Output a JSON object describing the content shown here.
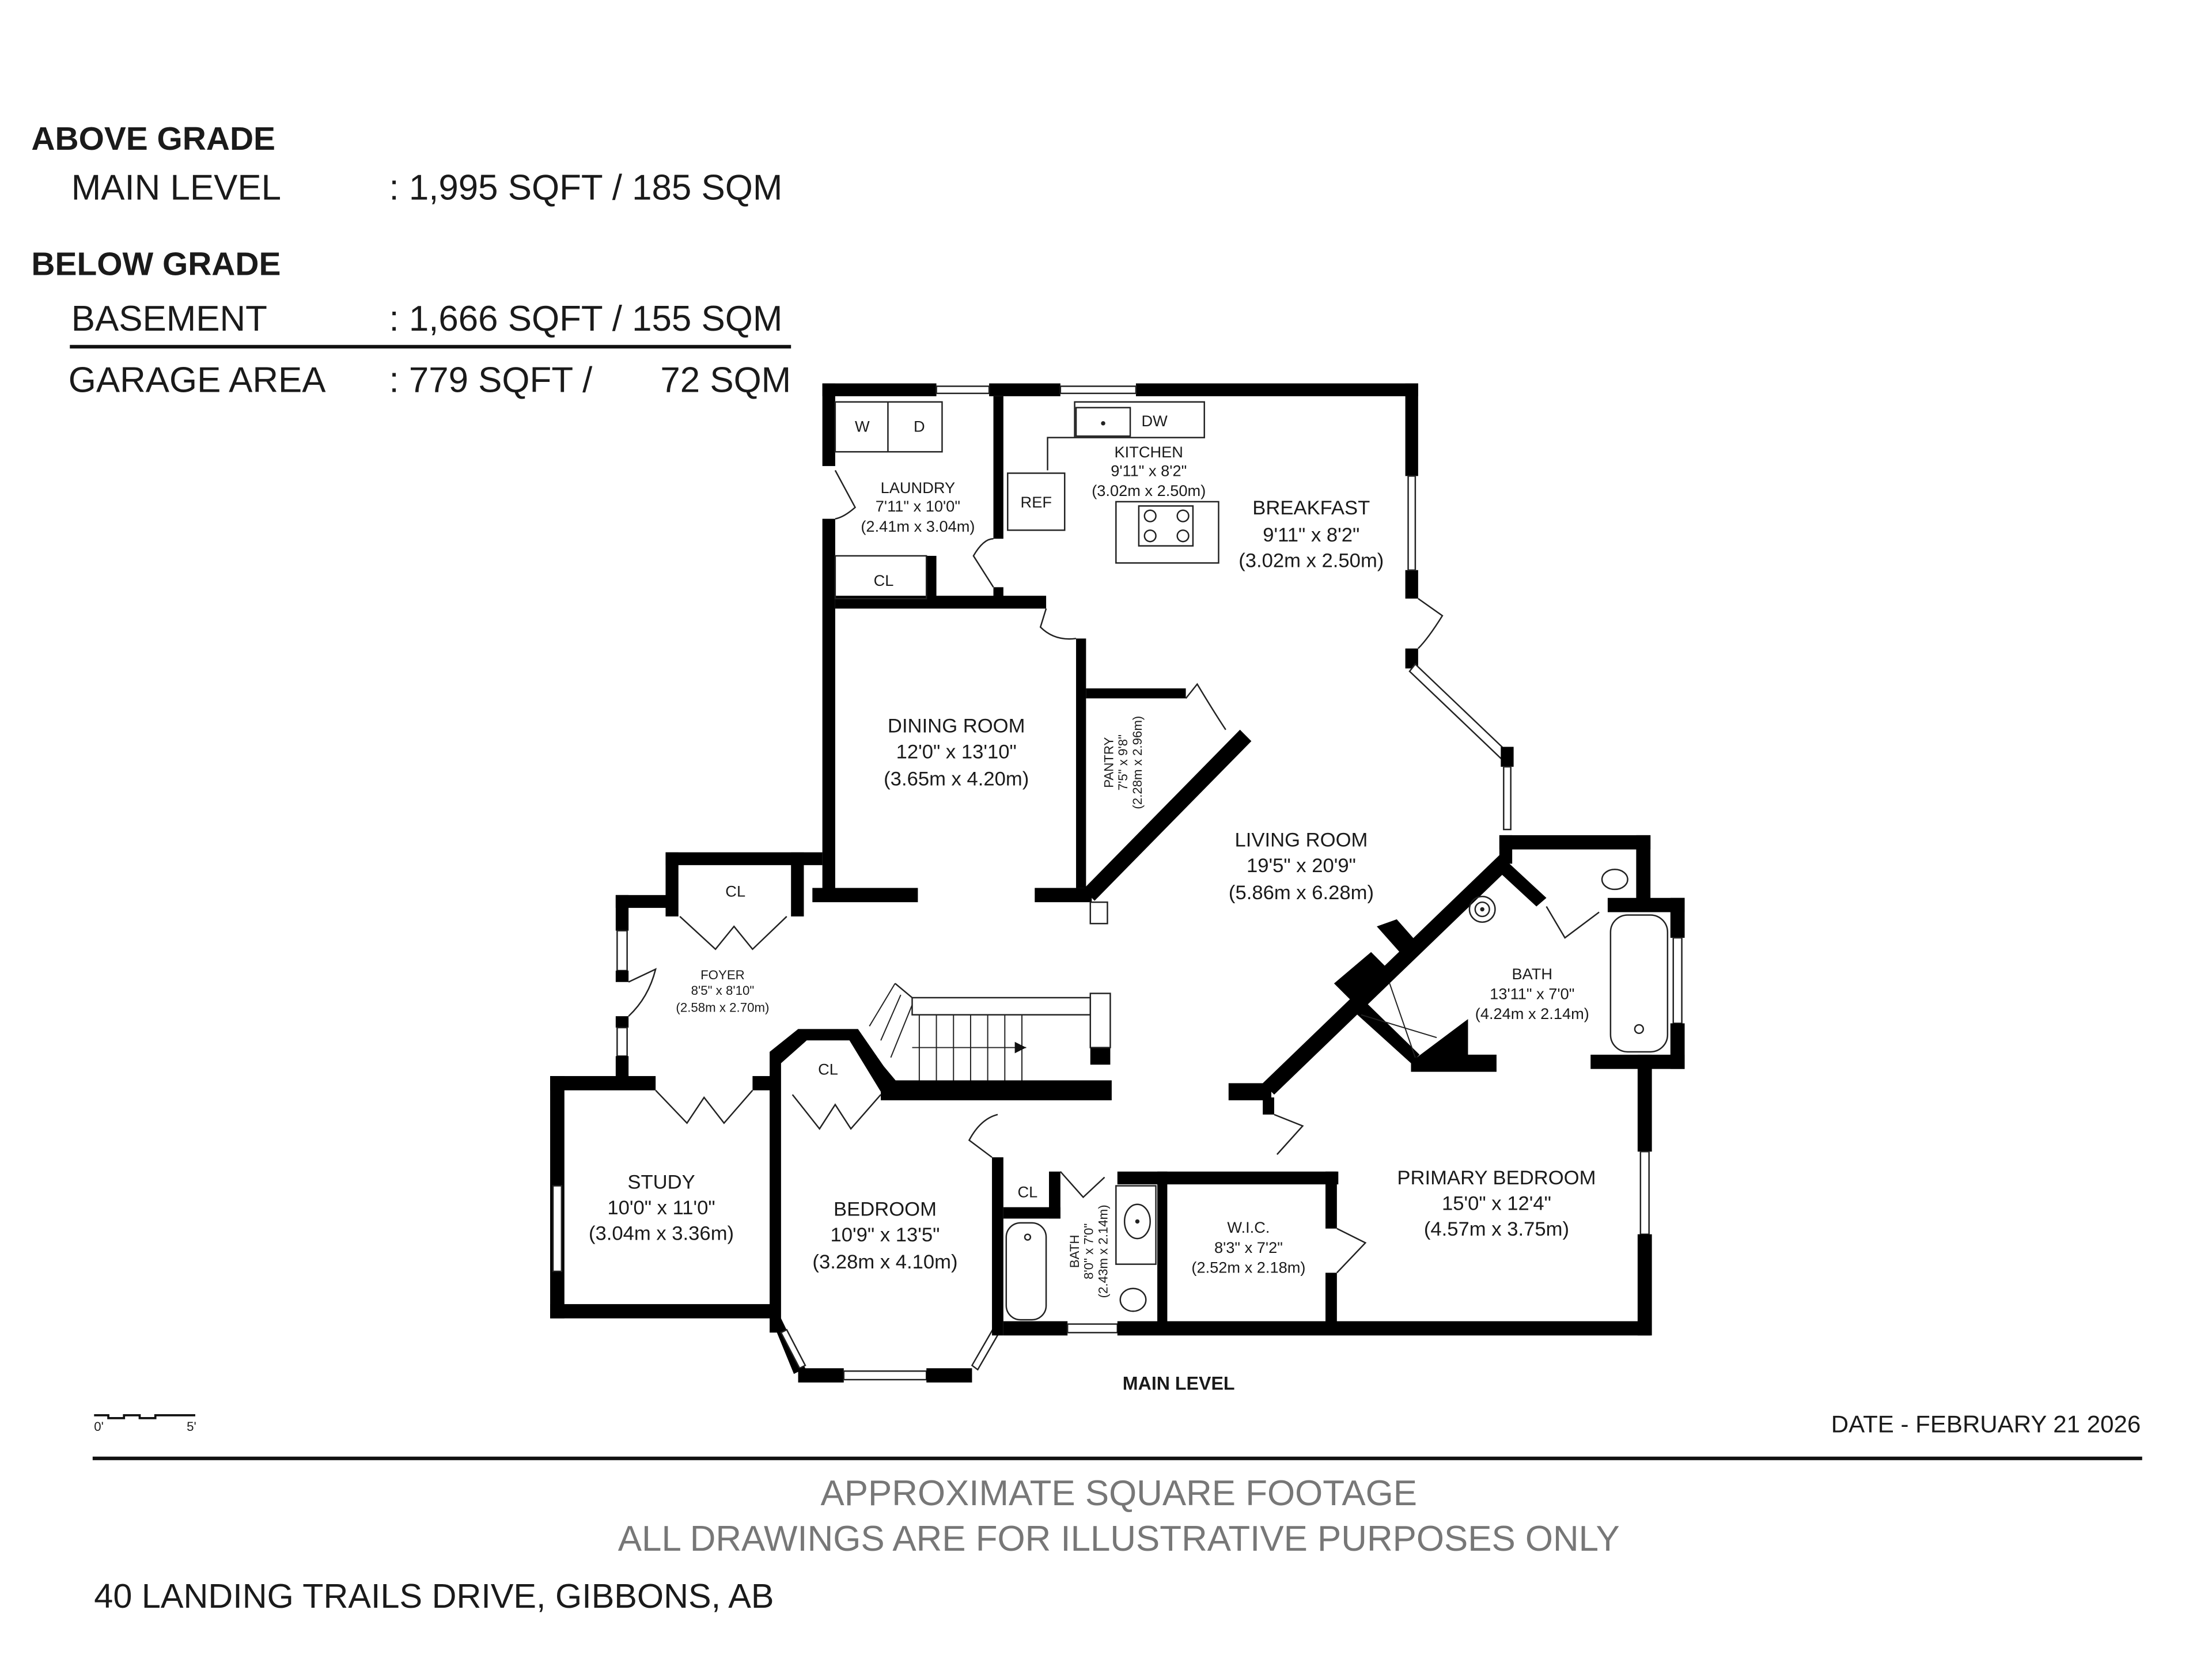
{
  "summary": {
    "above_grade_label": "ABOVE GRADE",
    "below_grade_label": "BELOW GRADE",
    "rows": [
      {
        "label": "MAIN LEVEL",
        "value": ": 1,995 SQFT / 185 SQM"
      },
      {
        "label": "BASEMENT",
        "value": ": 1,666 SQFT / 155 SQM"
      },
      {
        "label": "GARAGE AREA",
        "value_sqft": ": 779 SQFT /",
        "value_sqm": "72 SQM"
      }
    ]
  },
  "rooms": {
    "laundry": {
      "name": "LAUNDRY",
      "imperial": "7'11\" x 10'0\"",
      "metric": "(2.41m x 3.04m)"
    },
    "kitchen": {
      "name": "KITCHEN",
      "imperial": "9'11\" x 8'2\"",
      "metric": "(3.02m x 2.50m)"
    },
    "breakfast": {
      "name": "BREAKFAST",
      "imperial": "9'11\" x 8'2\"",
      "metric": "(3.02m x 2.50m)"
    },
    "dining": {
      "name": "DINING ROOM",
      "imperial": "12'0\" x 13'10\"",
      "metric": "(3.65m x 4.20m)"
    },
    "pantry": {
      "name": "PANTRY",
      "imperial": "7'5\" x 9'8\"",
      "metric": "(2.28m x 2.96m)"
    },
    "living": {
      "name": "LIVING ROOM",
      "imperial": "19'5\" x 20'9\"",
      "metric": "(5.86m x 6.28m)"
    },
    "foyer": {
      "name": "FOYER",
      "imperial": "8'5\" x 8'10\"",
      "metric": "(2.58m x 2.70m)"
    },
    "study": {
      "name": "STUDY",
      "imperial": "10'0\" x 11'0\"",
      "metric": "(3.04m x 3.36m)"
    },
    "bedroom": {
      "name": "BEDROOM",
      "imperial": "10'9\" x 13'5\"",
      "metric": "(3.28m x 4.10m)"
    },
    "bath2": {
      "name": "BATH",
      "imperial": "8'0\" x 7'0\"",
      "metric": "(2.43m x 2.14m)"
    },
    "wic": {
      "name": "W.I.C.",
      "imperial": "8'3\" x 7'2\"",
      "metric": "(2.52m x 2.18m)"
    },
    "ensuite": {
      "name": "BATH",
      "imperial": "13'11\" x 7'0\"",
      "metric": "(4.24m x 2.14m)"
    },
    "primary": {
      "name": "PRIMARY BEDROOM",
      "imperial": "15'0\" x 12'4\"",
      "metric": "(4.57m x 3.75m)"
    }
  },
  "fixtures": {
    "washer": "W",
    "dryer": "D",
    "dishwasher": "DW",
    "fridge": "REF",
    "closet": "CL"
  },
  "plan_label": "MAIN LEVEL",
  "scale_bar": {
    "start": "0'",
    "end": "5'"
  },
  "date": "DATE - FEBRUARY 21 2026",
  "disclaimer": {
    "line1": "APPROXIMATE SQUARE FOOTAGE",
    "line2": "ALL DRAWINGS ARE FOR ILLUSTRATIVE PURPOSES ONLY"
  },
  "address": "40 LANDING TRAILS DRIVE, GIBBONS, AB"
}
